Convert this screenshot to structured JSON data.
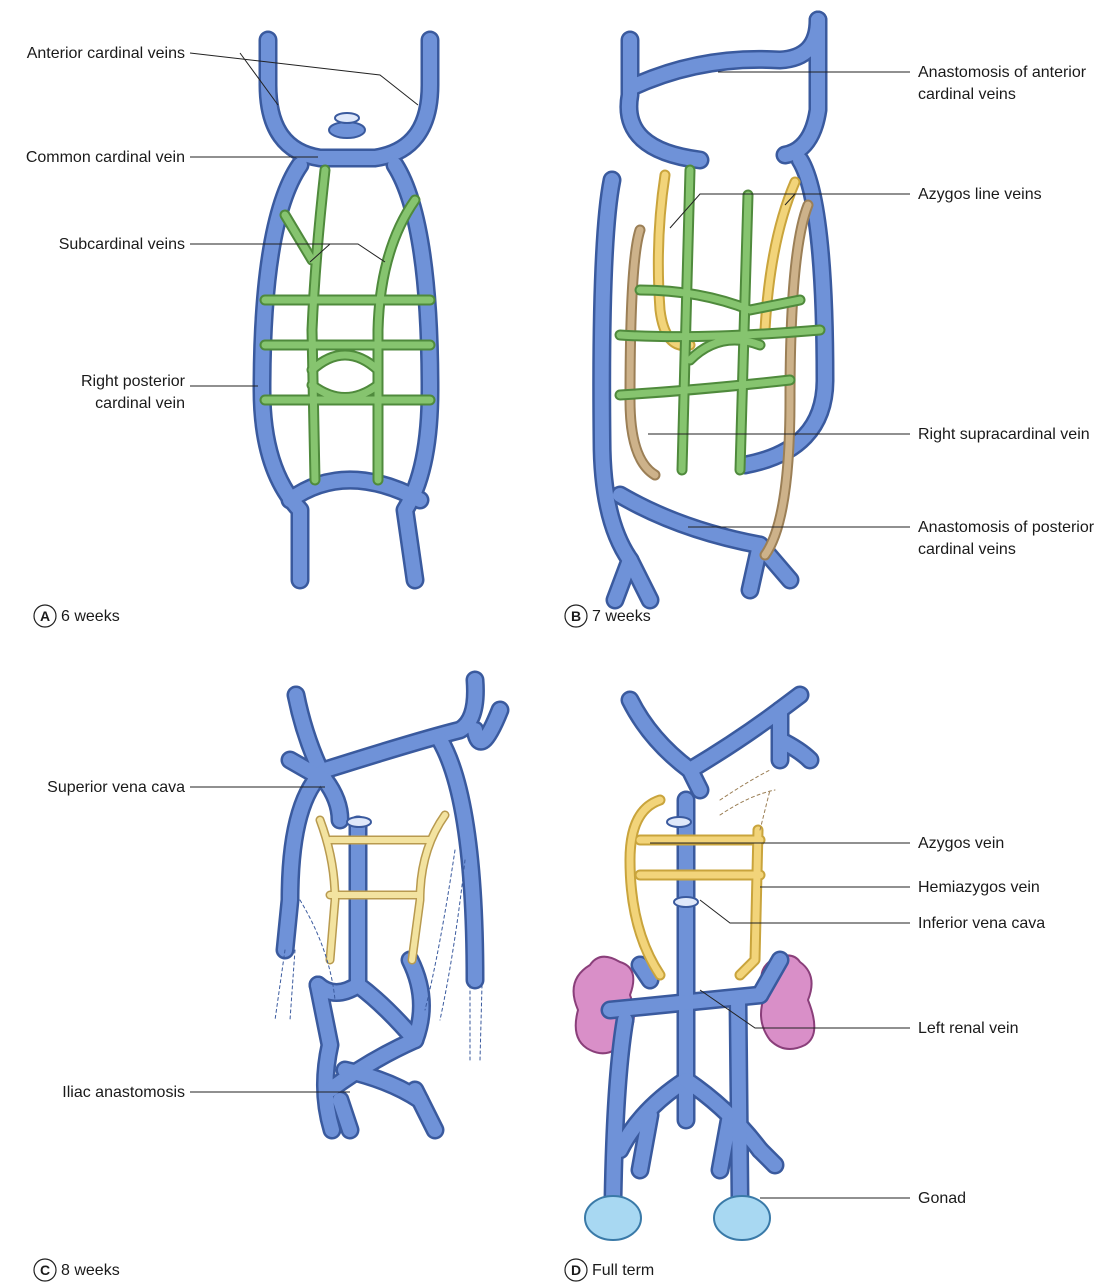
{
  "colors": {
    "blue_vein": "#6f92d8",
    "blue_outline": "#3a5a9e",
    "green_vein": "#86c46f",
    "green_outline": "#4f8a3c",
    "yellow_vein": "#f2d47a",
    "yellow_outline": "#c9a43c",
    "tan_vein": "#cdb28a",
    "tan_outline": "#9b7f56",
    "pale_yellow_vein": "#f3e3a0",
    "kidney": "#d98fc8",
    "gonad": "#a8d8f2"
  },
  "panels": {
    "a": {
      "badge": "A",
      "caption": "6 weeks",
      "labels": {
        "anterior_cardinal": "Anterior cardinal veins",
        "common_cardinal": "Common cardinal vein",
        "subcardinal": "Subcardinal veins",
        "right_posterior_cardinal_1": "Right posterior",
        "right_posterior_cardinal_2": "cardinal vein"
      }
    },
    "b": {
      "badge": "B",
      "caption": "7 weeks",
      "labels": {
        "anastomosis_anterior_1": "Anastomosis of anterior",
        "anastomosis_anterior_2": "cardinal veins",
        "azygos_line": "Azygos line veins",
        "right_supracardinal": "Right supracardinal vein",
        "anastomosis_posterior_1": "Anastomosis of posterior",
        "anastomosis_posterior_2": "cardinal veins"
      }
    },
    "c": {
      "badge": "C",
      "caption": "8 weeks",
      "labels": {
        "superior_vena_cava": "Superior vena cava",
        "iliac_anastomosis": "Iliac anastomosis"
      }
    },
    "d": {
      "badge": "D",
      "caption": "Full term",
      "labels": {
        "azygos_vein": "Azygos vein",
        "hemiazygos_vein": "Hemiazygos vein",
        "inferior_vena_cava": "Inferior vena cava",
        "left_renal_vein": "Left renal vein",
        "gonad": "Gonad"
      }
    }
  }
}
